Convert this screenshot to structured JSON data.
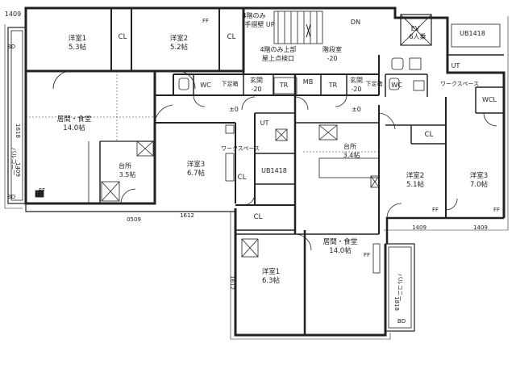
{
  "labels": {
    "bed1_top": "洋室1",
    "bed1_top_size": "5.3帖",
    "bed2_top": "洋室2",
    "bed2_top_size": "5.2帖",
    "cl_a": "CL",
    "cl_b": "CL",
    "ff_top": "FF",
    "stair_note1": "4階のみ",
    "stair_note2": "手摺壁 UP",
    "stair_dn": "DN",
    "ev_title": "EV",
    "ev_cap": "6人乗",
    "ub_top": "UB1418",
    "roof_check1": "4階のみ上部",
    "roof_check2": "屋上点検口",
    "stair_room": "階段室",
    "stair_room_level": "-20",
    "ut_top_right": "UT",
    "wc_left": "WC",
    "genkan_left": "玄関",
    "genkan_left_level": "-20",
    "shoe_left": "下足箱",
    "tr_left": "TR",
    "mb": "MB",
    "tr_right": "TR",
    "genkan_right": "玄関",
    "genkan_right_level": "-20",
    "shoe_right": "下足箱",
    "wc_right": "WC",
    "work_space_right": "ワークスペース",
    "wcl": "WCL",
    "level_left": "±0",
    "level_right": "±0",
    "living_left": "居間・食堂",
    "living_left_size": "14.0帖",
    "ut_mid": "UT",
    "work_space_mid": "ワークスペース",
    "balcony_left": "バルコニー",
    "bd_left_top": "BD",
    "bd_left_bottom": "BD",
    "kitchen_left": "台所",
    "kitchen_left_size": "3.5帖",
    "bed3_left": "洋室3",
    "bed3_left_size": "6.7帖",
    "cl_c": "CL",
    "ub_mid": "UB1418",
    "kitchen_right": "台所",
    "kitchen_right_size": "3.4帖",
    "cl_d": "CL",
    "bed2_right": "洋室2",
    "bed2_right_size": "5.1帖",
    "bed3_right": "洋室3",
    "bed3_right_size": "7.0帖",
    "ff_left": "FF",
    "ff_right1": "FF",
    "ff_right2": "FF",
    "dim_1409_top": "1409",
    "dim_1409_left": "1409",
    "dim_1618": "1618",
    "dim_0509": "0509",
    "dim_1612_bottom": "1612",
    "dim_1409_br1": "1409",
    "dim_1409_br2": "1409",
    "cl_e": "CL",
    "living_bottom": "居間・食堂",
    "living_bottom_size": "14.0帖",
    "bed1_bottom": "洋室1",
    "bed1_bottom_size": "6.3帖",
    "dim_1612_side": "1612",
    "ff_bottom": "FF",
    "balcony_bottom": "バルコニー",
    "dim_1818": "1818",
    "bd_bottom": "BD"
  }
}
